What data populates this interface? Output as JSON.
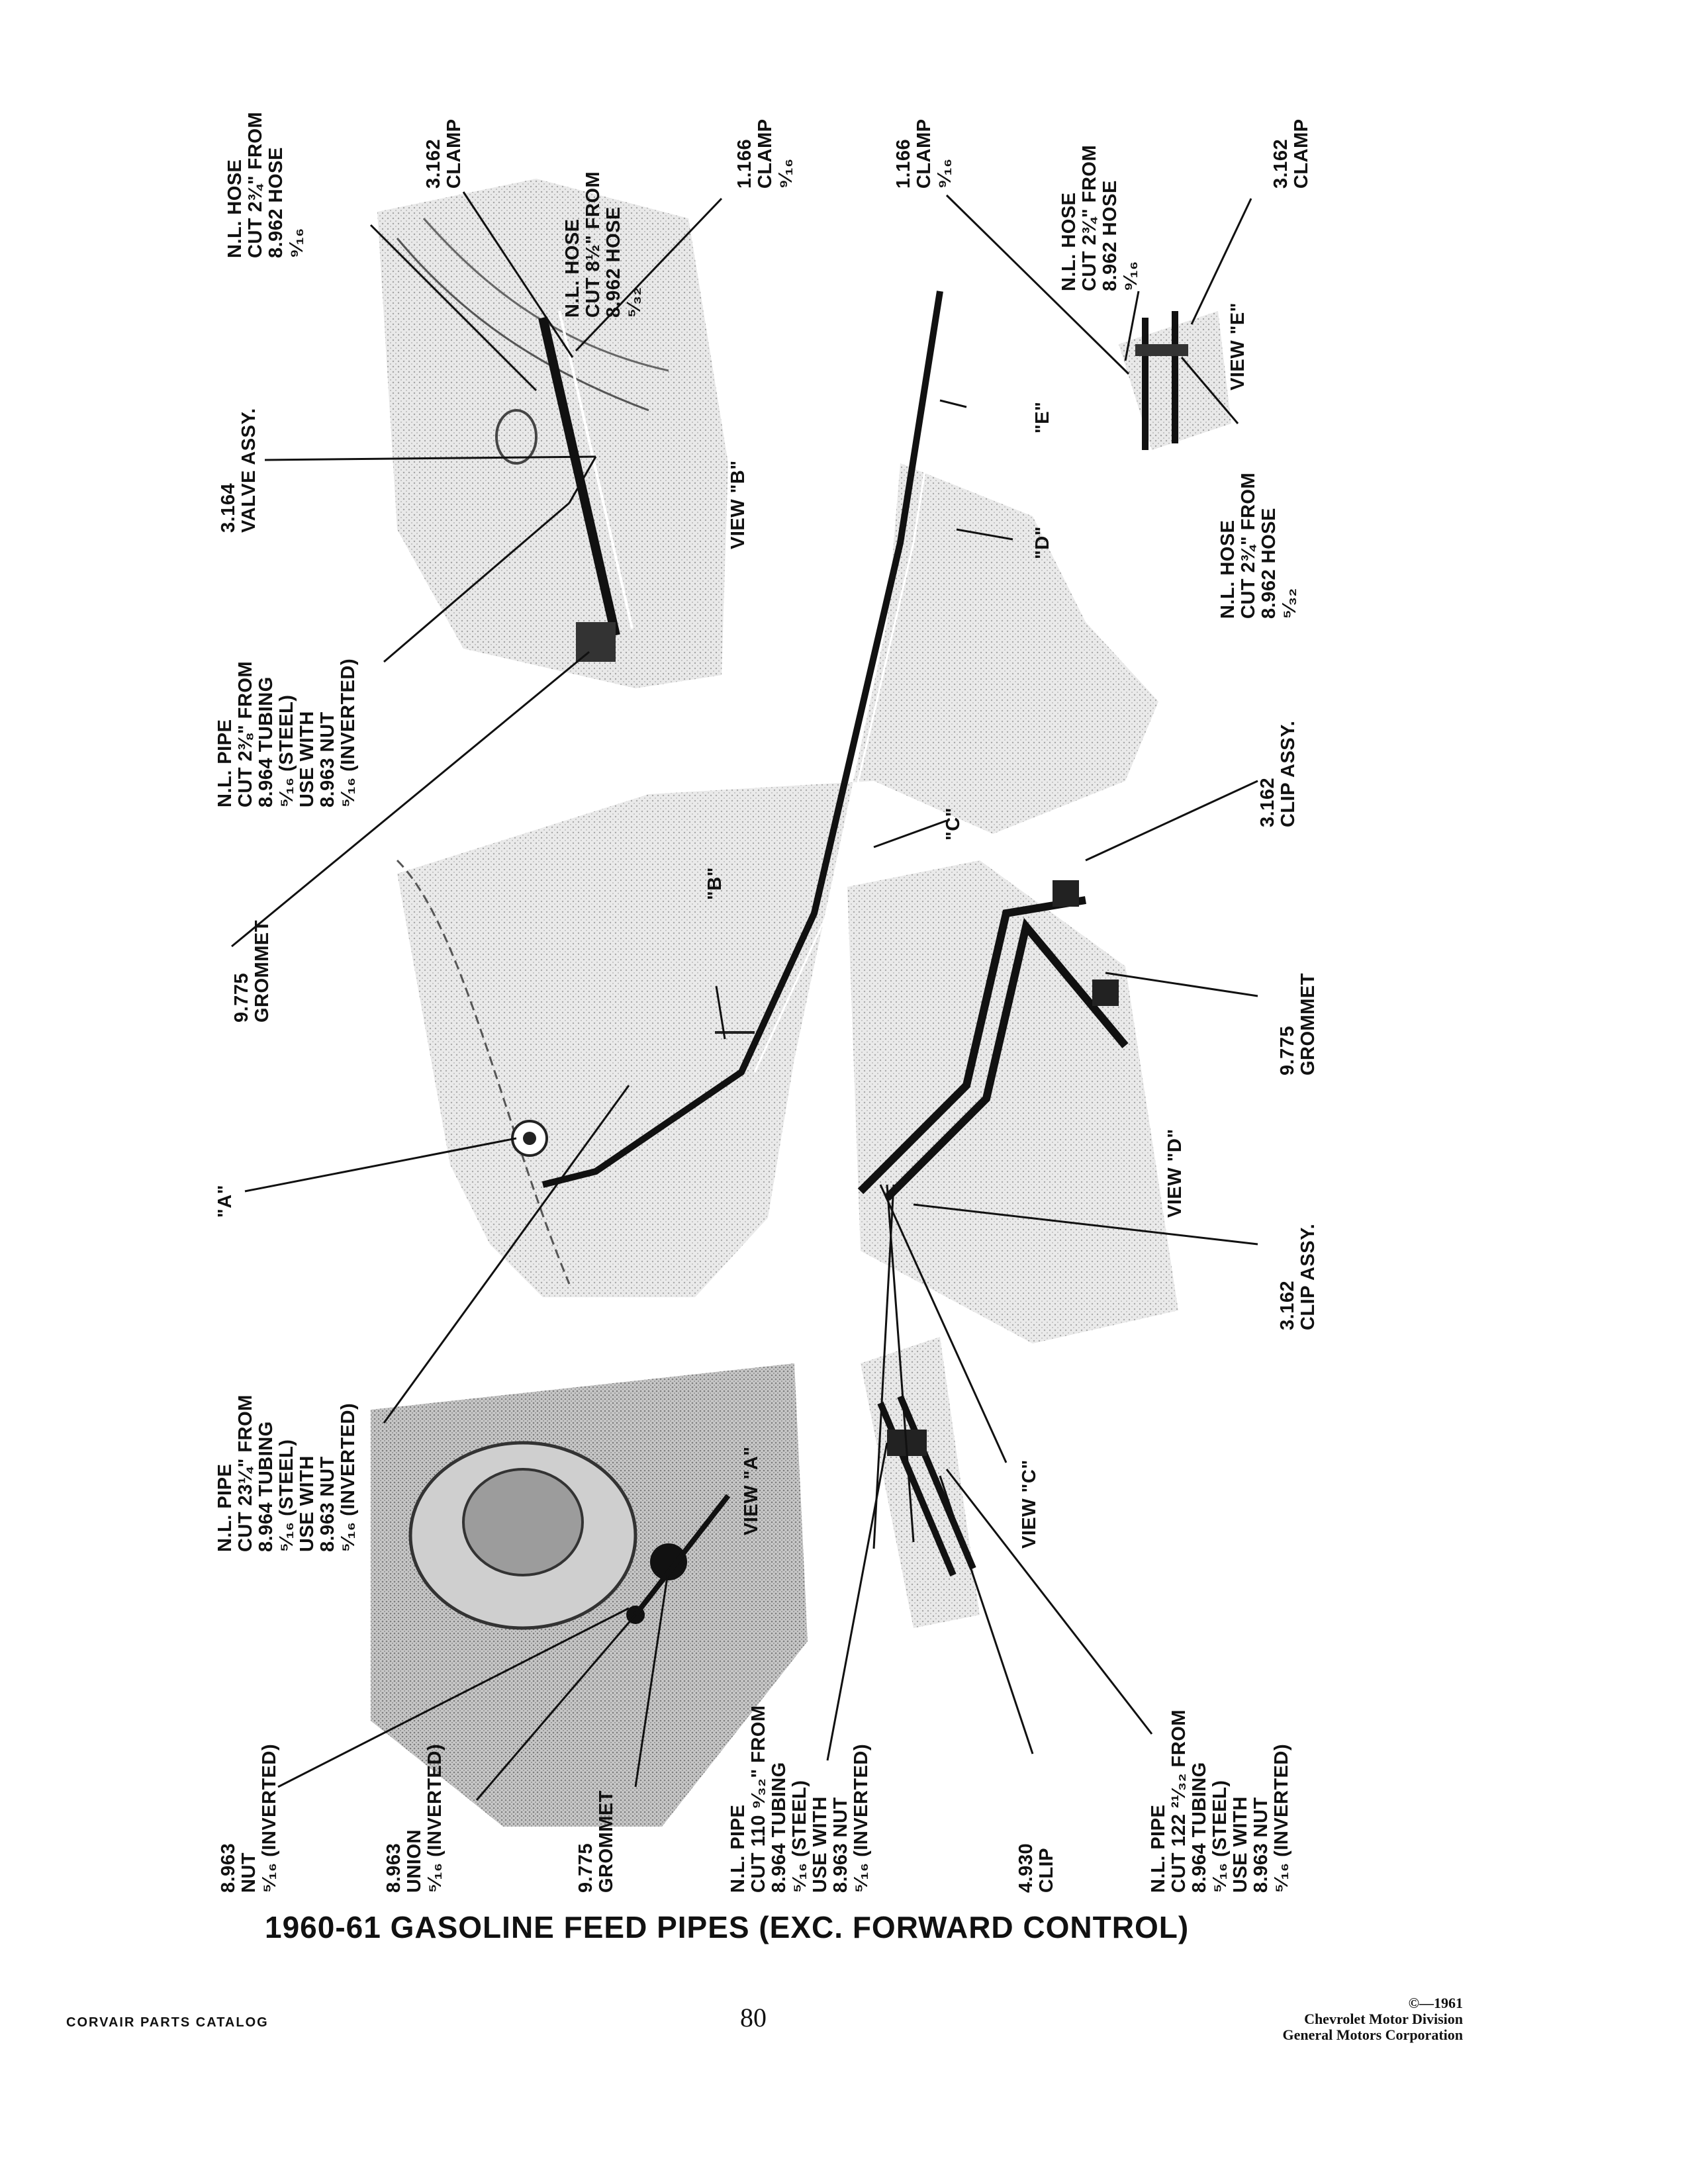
{
  "labels": {
    "nl_hose_top": [
      "N.L. HOSE",
      "CUT 2¾\" FROM",
      "8.962 HOSE",
      "⁹⁄₁₆"
    ],
    "clamp_top": [
      "3.162",
      "CLAMP"
    ],
    "nl_hose_8half": [
      "N.L. HOSE",
      "CUT 8½\" FROM",
      "8.962 HOSE",
      "⁵⁄₃₂"
    ],
    "clamp_1166_a": [
      "1.166",
      "CLAMP",
      "⁹⁄₁₆"
    ],
    "clamp_1166_b": [
      "1.166",
      "CLAMP",
      "⁹⁄₁₆"
    ],
    "nl_hose_right": [
      "N.L. HOSE",
      "CUT 2¾\" FROM",
      "8.962 HOSE",
      "⁹⁄₁₆"
    ],
    "clamp_right": [
      "3.162",
      "CLAMP"
    ],
    "valve_assy": [
      "3.164",
      "VALVE ASSY."
    ],
    "view_b": "VIEW \"B\"",
    "callout_e": "\"E\"",
    "view_e": "VIEW \"E\"",
    "callout_d": "\"D\"",
    "nl_hose_lower_right": [
      "N.L. HOSE",
      "CUT 2¾\" FROM",
      "8.962 HOSE",
      "⁵⁄₃₂"
    ],
    "nl_pipe_2_3_8": [
      "N.L. PIPE",
      "CUT 2⅜\" FROM",
      "8.964 TUBING",
      "⁵⁄₁₆ (STEEL)",
      "USE WITH",
      "8.963 NUT",
      "⁵⁄₁₆ (INVERTED)"
    ],
    "clip_assy_upper": [
      "3.162",
      "CLIP ASSY."
    ],
    "callout_c": "\"C\"",
    "callout_b": "\"B\"",
    "grommet_left": [
      "9.775",
      "GROMMET"
    ],
    "grommet_right": [
      "9.775",
      "GROMMET"
    ],
    "callout_a": "\"A\"",
    "view_d": "VIEW \"D\"",
    "clip_assy_lower": [
      "3.162",
      "CLIP ASSY."
    ],
    "nl_pipe_23_1_4": [
      "N.L. PIPE",
      "CUT 23¼\" FROM",
      "8.964 TUBING",
      "⁵⁄₁₆ (STEEL)",
      "USE WITH",
      "8.963 NUT",
      "⁵⁄₁₆ (INVERTED)"
    ],
    "view_a": "VIEW \"A\"",
    "view_c": "VIEW \"C\"",
    "nut_inverted": [
      "8.963",
      "NUT",
      "⁵⁄₁₆ (INVERTED)"
    ],
    "union_inverted": [
      "8.963",
      "UNION",
      "⁵⁄₁₆ (INVERTED)"
    ],
    "grommet_bottom": [
      "9.775",
      "GROMMET"
    ],
    "nl_pipe_110": [
      "N.L. PIPE",
      "CUT 110 ⁹⁄₃₂\" FROM",
      "8.964 TUBING",
      "⁵⁄₁₆ (STEEL)",
      "USE WITH",
      "8.963 NUT",
      "⁵⁄₁₆ (INVERTED)"
    ],
    "clip_4930": [
      "4.930",
      "CLIP"
    ],
    "nl_pipe_122": [
      "N.L. PIPE",
      "CUT 122 ²¹⁄₃₂ FROM",
      "8.964 TUBING",
      "⁵⁄₁₆ (STEEL)",
      "USE WITH",
      "8.963 NUT",
      "⁵⁄₁₆ (INVERTED)"
    ]
  },
  "caption": "1960-61 GASOLINE FEED PIPES (EXC. FORWARD CONTROL)",
  "footer": {
    "catalog": "CORVAIR PARTS CATALOG",
    "page": "80",
    "copyright": [
      "©—1961",
      "Chevrolet Motor Division",
      "General Motors Corporation"
    ]
  }
}
